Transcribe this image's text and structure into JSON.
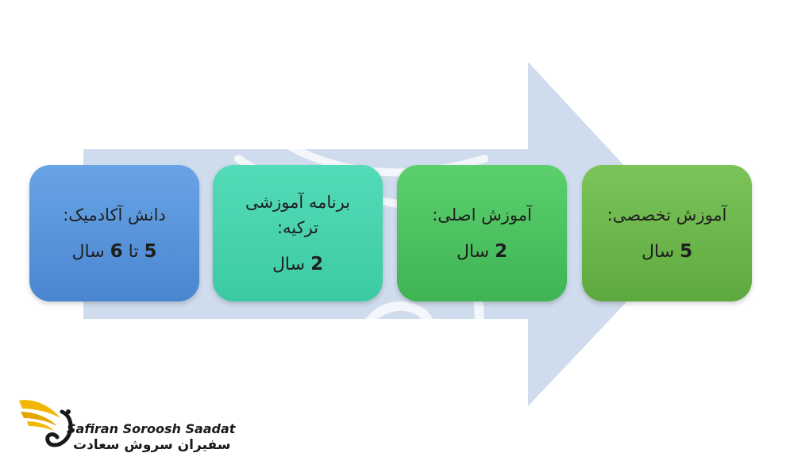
{
  "steps": [
    {
      "title": "دانش آکادمیک:",
      "value_bold_a": "5",
      "value_mid": " تا ",
      "value_bold_b": "6",
      "value_unit": " سال"
    },
    {
      "title": "برنامه آموزشی ترکیه:",
      "value_bold_a": "2",
      "value_unit": " سال"
    },
    {
      "title": "آموزش اصلی:",
      "value_bold_a": "2",
      "value_unit": " سال"
    },
    {
      "title": "آموزش تخصصی:",
      "value_bold_a": "5",
      "value_unit": " سال"
    }
  ],
  "logo": {
    "name_en": "Safiran Soroosh Saadat",
    "name_fa": "سفیران سروش سعادت"
  },
  "colors": {
    "arrow": "#cfdced",
    "step1": "#5a96dc",
    "step2": "#48d3ae",
    "step3": "#4cc25f",
    "step4": "#6cb64c",
    "logo_gold": "#f2b705"
  }
}
